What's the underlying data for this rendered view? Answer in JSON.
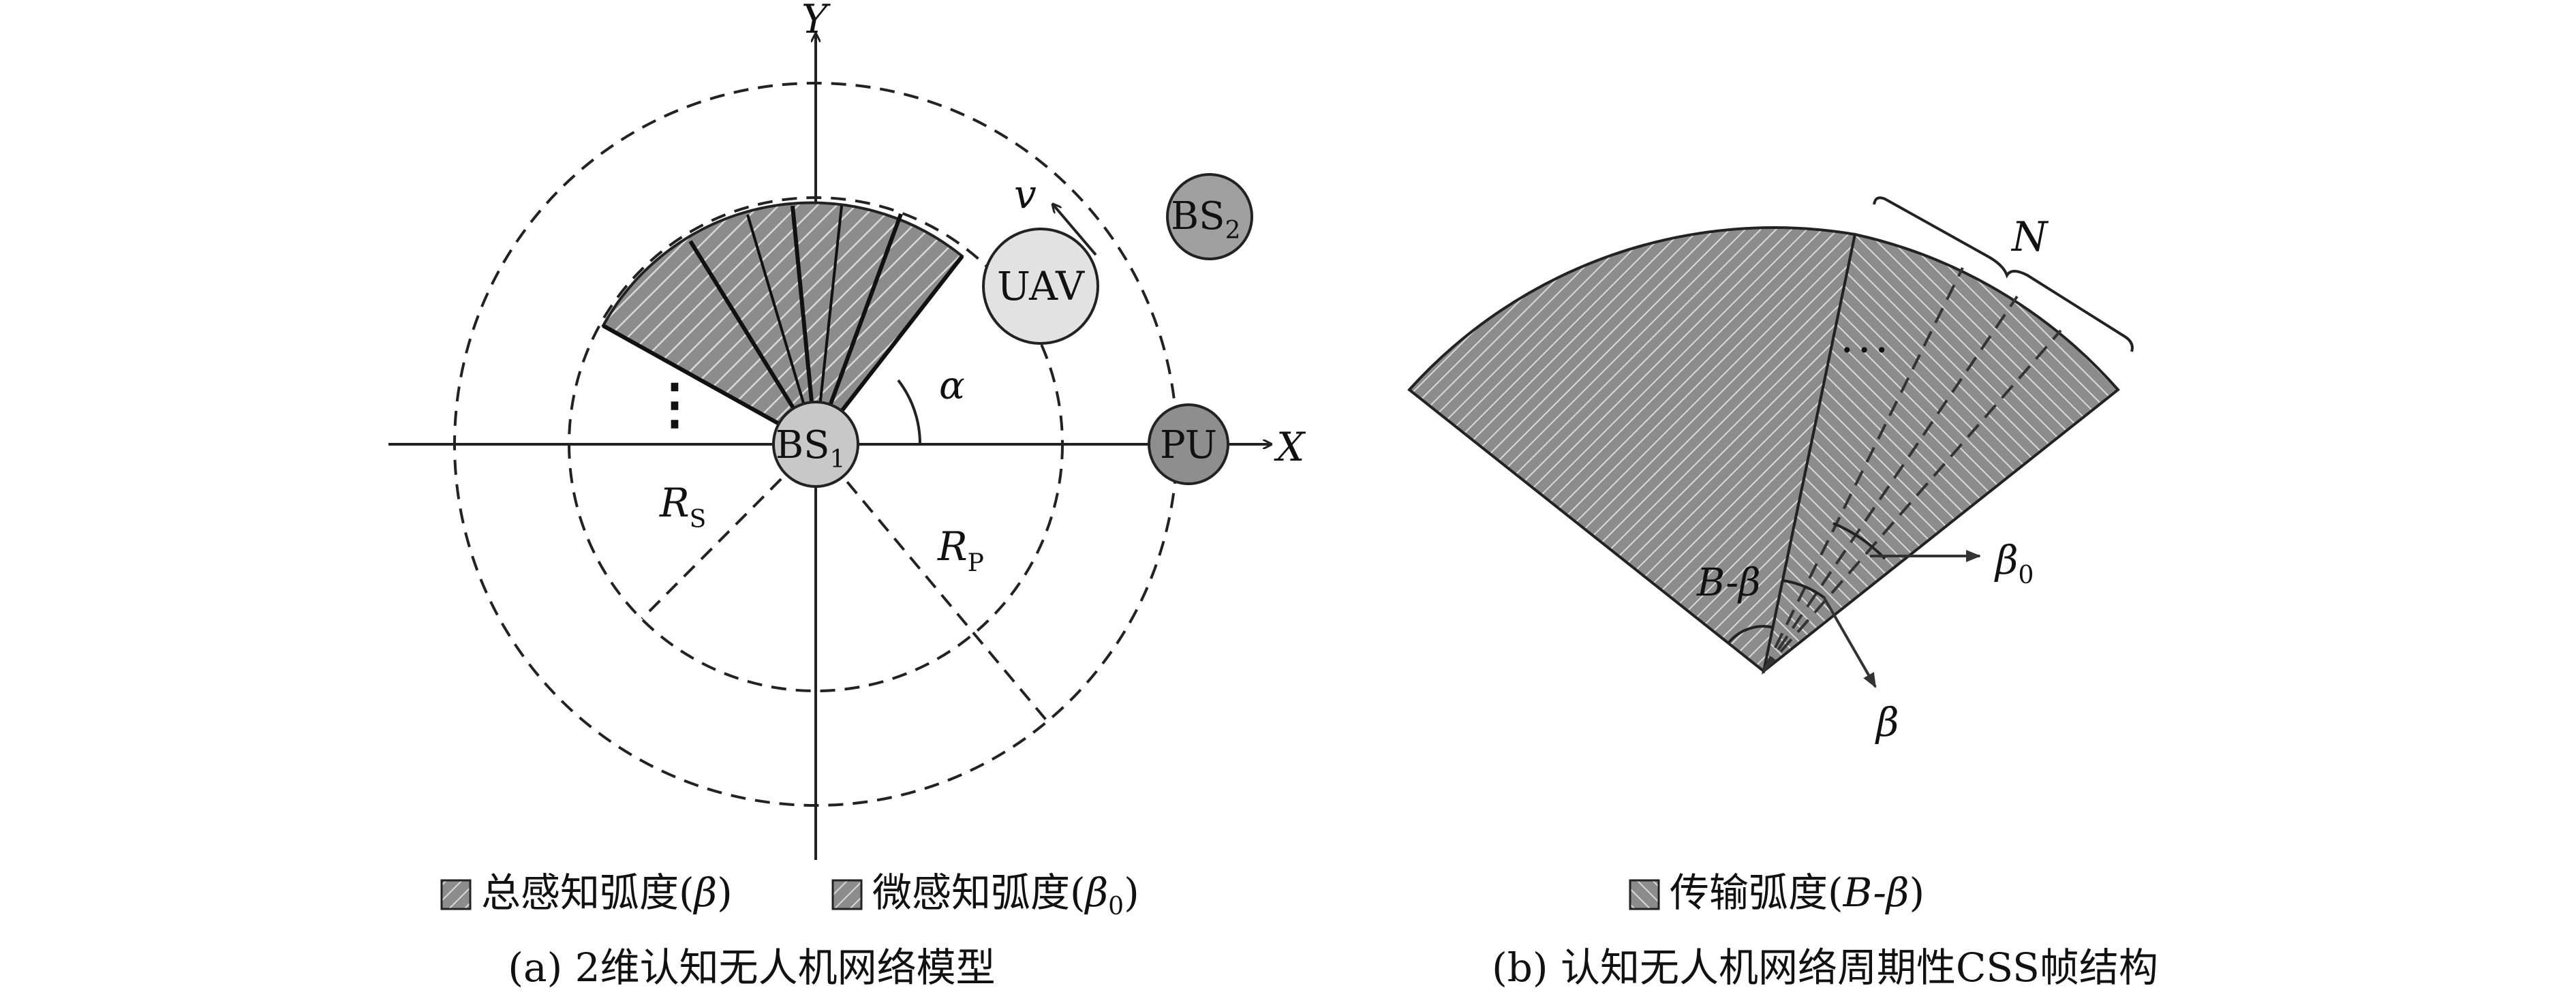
{
  "panel_a": {
    "axes": {
      "y_label": "Y",
      "x_label": "X"
    },
    "nodes": {
      "bs1": {
        "label": "BS",
        "sub": "1"
      },
      "bs2": {
        "label": "BS",
        "sub": "2"
      },
      "uav": {
        "label": "UAV"
      },
      "pu": {
        "label": "PU"
      }
    },
    "labels": {
      "velocity": "v",
      "angle": "α",
      "rs": {
        "main": "R",
        "sub": "S"
      },
      "rp": {
        "main": "R",
        "sub": "P"
      },
      "dots": "⋮"
    },
    "legend": [
      {
        "text_pre": "总感知弧度(",
        "symbol": "β",
        "sub": "",
        "text_post": ")"
      },
      {
        "text_pre": "微感知弧度(",
        "symbol": "β",
        "sub": "0",
        "text_post": ")"
      }
    ],
    "caption": "(a) 2维认知无人机网络模型"
  },
  "panel_b": {
    "labels": {
      "n": "N",
      "b_minus_beta": "B-β",
      "beta0": {
        "main": "β",
        "sub": "0"
      },
      "beta": "β",
      "dots": "• • •"
    },
    "legend": [
      {
        "text_pre": "传输弧度(",
        "symbol": "B-β",
        "text_post": ")"
      }
    ],
    "caption": "(b) 认知无人机网络周期性CSS帧结构"
  },
  "colors": {
    "sector_fill": "#8c8c8c",
    "hatch": "#d9d9d9",
    "bs1_fill": "#c8c8c8",
    "bs2_fill": "#a0a0a0",
    "uav_fill": "#e2e2e2",
    "pu_fill": "#8e8e8e",
    "stroke": "#222222"
  }
}
